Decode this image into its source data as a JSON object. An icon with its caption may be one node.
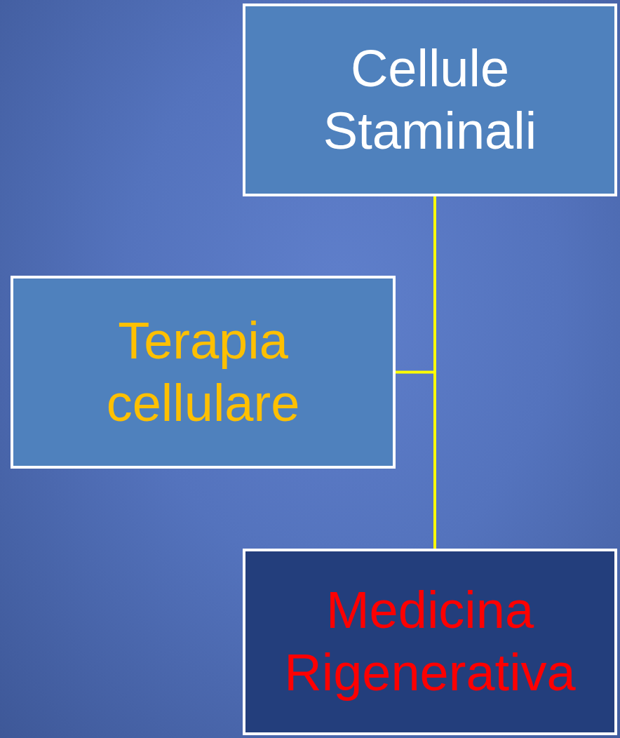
{
  "diagram": {
    "nodes": [
      {
        "text": [
          "Cellule Staminali"
        ]
      },
      {
        "text": [
          "Terapia cellulare"
        ]
      },
      {
        "text": [
          "Medicina Rigenerativa"
        ]
      }
    ],
    "edges": [
      {
        "from": 0,
        "to": 1,
        "arrow": "none"
      },
      {
        "from": 0,
        "to": 2,
        "arrow": "none"
      }
    ]
  }
}
